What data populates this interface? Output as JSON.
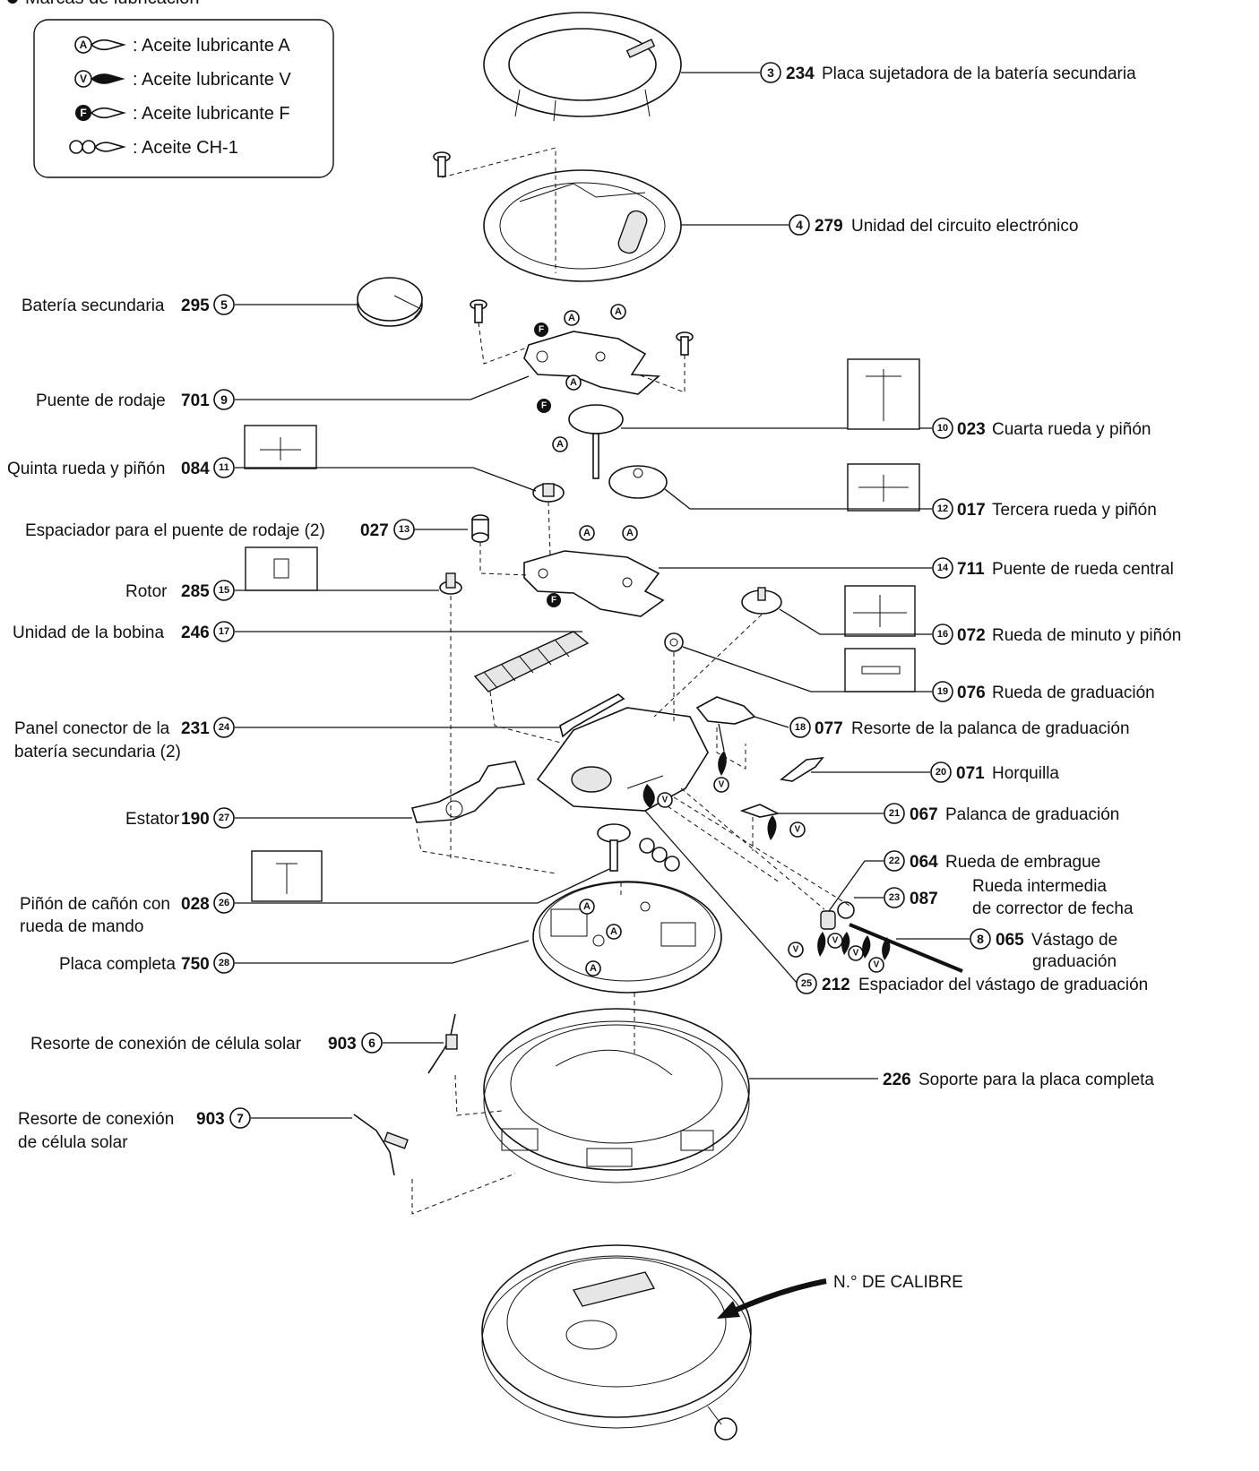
{
  "legend": {
    "title": "Marcas de lubricación",
    "items": [
      {
        "symbol": "A",
        "text": ": Aceite lubricante A"
      },
      {
        "symbol": "V",
        "text": ": Aceite lubricante V"
      },
      {
        "symbol": "F",
        "text": ": Aceite lubricante F"
      },
      {
        "symbol": "",
        "text": ": Aceite CH-1"
      }
    ]
  },
  "callouts": {
    "c3": {
      "circle": "3",
      "code": "234",
      "name": "Placa sujetadora de la batería secundaria"
    },
    "c4": {
      "circle": "4",
      "code": "279",
      "name": "Unidad del circuito electrónico"
    },
    "c5": {
      "circle": "5",
      "code": "295",
      "name": "Batería secundaria"
    },
    "c9": {
      "circle": "9",
      "code": "701",
      "name": "Puente de rodaje"
    },
    "c10": {
      "circle": "10",
      "code": "023",
      "name": "Cuarta rueda y piñón"
    },
    "c11": {
      "circle": "11",
      "code": "084",
      "name": "Quinta rueda y piñón"
    },
    "c12": {
      "circle": "12",
      "code": "017",
      "name": "Tercera rueda y piñón"
    },
    "c13": {
      "circle": "13",
      "code": "027",
      "name": "Espaciador para el puente de rodaje (2)"
    },
    "c14": {
      "circle": "14",
      "code": "711",
      "name": "Puente de rueda central"
    },
    "c15": {
      "circle": "15",
      "code": "285",
      "name": "Rotor"
    },
    "c16": {
      "circle": "16",
      "code": "072",
      "name": "Rueda de minuto y piñón"
    },
    "c17": {
      "circle": "17",
      "code": "246",
      "name": "Unidad de la bobina"
    },
    "c18": {
      "circle": "18",
      "code": "077",
      "name": "Resorte de la palanca de graduación"
    },
    "c19": {
      "circle": "19",
      "code": "076",
      "name": "Rueda de graduación"
    },
    "c20": {
      "circle": "20",
      "code": "071",
      "name": "Horquilla"
    },
    "c21": {
      "circle": "21",
      "code": "067",
      "name": "Palanca de graduación"
    },
    "c22": {
      "circle": "22",
      "code": "064",
      "name": "Rueda de embrague"
    },
    "c23": {
      "circle": "23",
      "code": "087",
      "name1": "Rueda intermedia",
      "name2": "de corrector de fecha"
    },
    "c24": {
      "circle": "24",
      "code": "231",
      "name1": "Panel conector de la",
      "name2": "batería secundaria (2)"
    },
    "c25": {
      "circle": "25",
      "code": "212",
      "name": "Espaciador del vástago de graduación"
    },
    "c26": {
      "circle": "26",
      "code": "028",
      "name1": "Piñón de cañón con",
      "name2": "rueda de mando"
    },
    "c27": {
      "circle": "27",
      "code": "190",
      "name": "Estator"
    },
    "c28": {
      "circle": "28",
      "code": "750",
      "name": "Placa completa"
    },
    "c6": {
      "circle": "6",
      "code": "903",
      "name": "Resorte de conexión de célula solar"
    },
    "c7": {
      "circle": "7",
      "code": "903",
      "name1": "Resorte de conexión",
      "name2": "de célula solar"
    },
    "c8": {
      "circle": "8",
      "code": "065",
      "name1": "Vástago de",
      "name2": "graduación"
    },
    "c226": {
      "code": "226",
      "name": "Soporte para la placa completa"
    }
  },
  "calibre_label": "N.° DE CALIBRE",
  "oil_marks": {
    "a": "A",
    "v": "V",
    "f": "F"
  },
  "colors": {
    "ink": "#111111",
    "background": "#ffffff"
  }
}
